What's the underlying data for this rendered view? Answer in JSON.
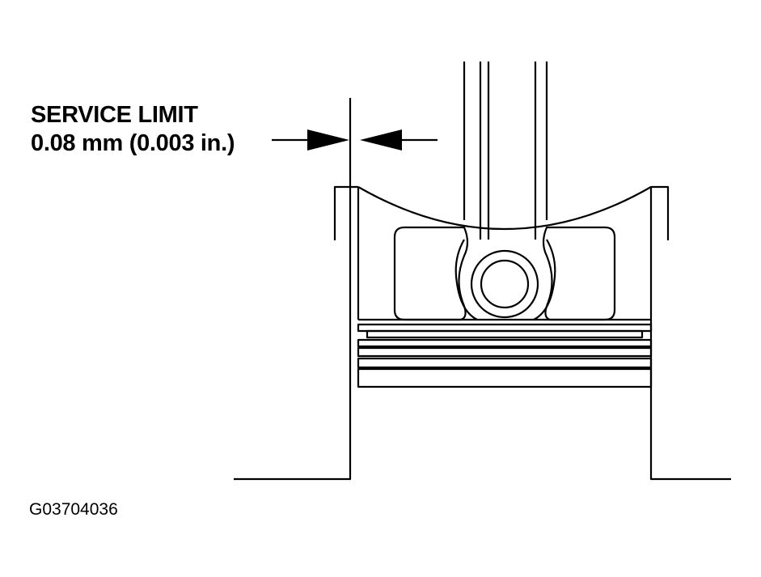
{
  "callout": {
    "title": "SERVICE LIMIT",
    "value": "0.08 mm (0.003 in.)"
  },
  "figure_id": "G03704036",
  "colors": {
    "line": "#000000",
    "background": "#ffffff"
  }
}
